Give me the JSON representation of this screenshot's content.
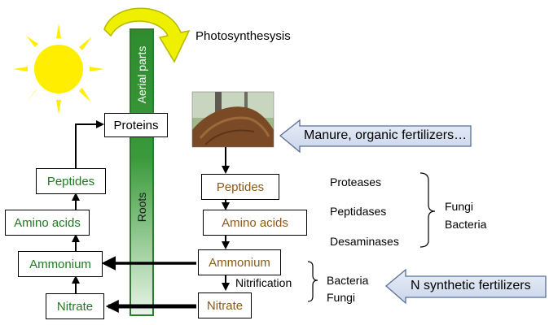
{
  "title": "Photosynthesysis",
  "stem": {
    "upper_label": "Aerial parts",
    "lower_label": "Roots"
  },
  "plant_column": {
    "top": "Proteins",
    "items": [
      "Peptides",
      "Amino acids",
      "Ammonium",
      "Nitrate"
    ]
  },
  "soil_column": {
    "items": [
      "Peptides",
      "Amino acids",
      "Ammonium",
      "Nitrate"
    ],
    "nitrification_label": "Nitrification"
  },
  "enzymes": [
    "Proteases",
    "Peptidases",
    "Desaminases"
  ],
  "enzyme_organisms": [
    "Fungi",
    "Bacteria"
  ],
  "nitrification_organisms": [
    "Bacteria",
    "Fungi"
  ],
  "inputs": {
    "organic": "Manure, organic fertilizers…",
    "synthetic": "N synthetic fertilizers"
  },
  "colors": {
    "plant_text": "#1f7a1f",
    "soil_text": "#8b5a17",
    "stem_dark": "#2e8b2e",
    "sun": "#ffee00",
    "curved_arrow": "#eef000",
    "callout_fill": "#dbe4f3",
    "callout_border": "#5a6f96"
  },
  "icons": [
    "sun-icon",
    "curved-arrow-icon",
    "leaf-litter-photo"
  ]
}
